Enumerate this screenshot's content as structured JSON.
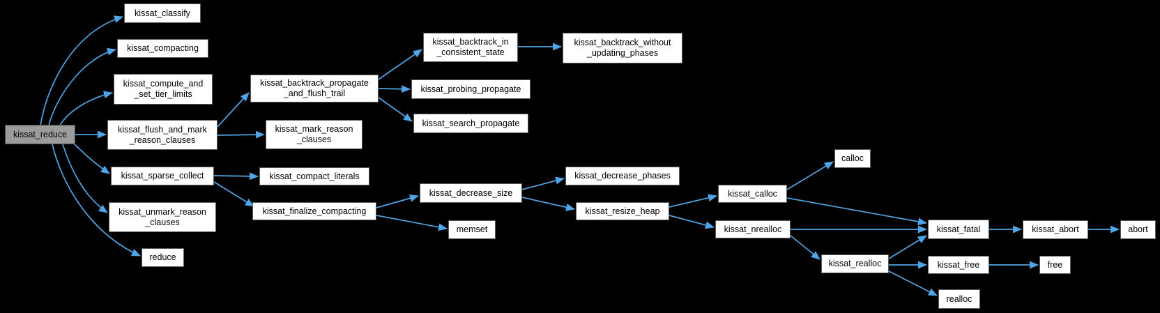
{
  "diagram": {
    "type": "call-graph",
    "root": "kissat_reduce",
    "colors": {
      "background": "#000000",
      "edge": "#4fa5e5",
      "node_fill": "#ffffff",
      "node_border": "#5e5e5e",
      "root_fill": "#9c9c9c",
      "root_border": "#454545",
      "text": "#000000"
    },
    "nodes": [
      {
        "id": "kissat_reduce",
        "label": "kissat_reduce"
      },
      {
        "id": "kissat_classify",
        "label": "kissat_classify"
      },
      {
        "id": "kissat_compacting",
        "label": "kissat_compacting"
      },
      {
        "id": "kissat_compute_and_set_tier_limits",
        "label": "kissat_compute_and\n_set_tier_limits"
      },
      {
        "id": "kissat_flush_and_mark_reason_clauses",
        "label": "kissat_flush_and_mark\n_reason_clauses"
      },
      {
        "id": "kissat_sparse_collect",
        "label": "kissat_sparse_collect"
      },
      {
        "id": "kissat_unmark_reason_clauses",
        "label": "kissat_unmark_reason\n_clauses"
      },
      {
        "id": "reduce",
        "label": "reduce"
      },
      {
        "id": "kissat_backtrack_propagate_and_flush_trail",
        "label": "kissat_backtrack_propagate\n_and_flush_trail"
      },
      {
        "id": "kissat_mark_reason_clauses",
        "label": "kissat_mark_reason\n_clauses"
      },
      {
        "id": "kissat_compact_literals",
        "label": "kissat_compact_literals"
      },
      {
        "id": "kissat_finalize_compacting",
        "label": "kissat_finalize_compacting"
      },
      {
        "id": "kissat_backtrack_in_consistent_state",
        "label": "kissat_backtrack_in\n_consistent_state"
      },
      {
        "id": "kissat_probing_propagate",
        "label": "kissat_probing_propagate"
      },
      {
        "id": "kissat_search_propagate",
        "label": "kissat_search_propagate"
      },
      {
        "id": "kissat_backtrack_without_updating_phases",
        "label": "kissat_backtrack_without\n_updating_phases"
      },
      {
        "id": "kissat_decrease_size",
        "label": "kissat_decrease_size"
      },
      {
        "id": "memset",
        "label": "memset"
      },
      {
        "id": "kissat_decrease_phases",
        "label": "kissat_decrease_phases"
      },
      {
        "id": "kissat_resize_heap",
        "label": "kissat_resize_heap"
      },
      {
        "id": "kissat_calloc",
        "label": "kissat_calloc"
      },
      {
        "id": "calloc",
        "label": "calloc"
      },
      {
        "id": "kissat_nrealloc",
        "label": "kissat_nrealloc"
      },
      {
        "id": "kissat_realloc",
        "label": "kissat_realloc"
      },
      {
        "id": "kissat_fatal",
        "label": "kissat_fatal"
      },
      {
        "id": "kissat_abort",
        "label": "kissat_abort"
      },
      {
        "id": "abort",
        "label": "abort"
      },
      {
        "id": "kissat_free",
        "label": "kissat_free"
      },
      {
        "id": "free",
        "label": "free"
      },
      {
        "id": "realloc",
        "label": "realloc"
      }
    ],
    "edges": [
      {
        "from": "kissat_reduce",
        "to": "kissat_classify"
      },
      {
        "from": "kissat_reduce",
        "to": "kissat_compacting"
      },
      {
        "from": "kissat_reduce",
        "to": "kissat_compute_and_set_tier_limits"
      },
      {
        "from": "kissat_reduce",
        "to": "kissat_flush_and_mark_reason_clauses"
      },
      {
        "from": "kissat_reduce",
        "to": "kissat_sparse_collect"
      },
      {
        "from": "kissat_reduce",
        "to": "kissat_unmark_reason_clauses"
      },
      {
        "from": "kissat_reduce",
        "to": "reduce"
      },
      {
        "from": "kissat_flush_and_mark_reason_clauses",
        "to": "kissat_backtrack_propagate_and_flush_trail"
      },
      {
        "from": "kissat_flush_and_mark_reason_clauses",
        "to": "kissat_mark_reason_clauses"
      },
      {
        "from": "kissat_backtrack_propagate_and_flush_trail",
        "to": "kissat_backtrack_in_consistent_state"
      },
      {
        "from": "kissat_backtrack_propagate_and_flush_trail",
        "to": "kissat_probing_propagate"
      },
      {
        "from": "kissat_backtrack_propagate_and_flush_trail",
        "to": "kissat_search_propagate"
      },
      {
        "from": "kissat_backtrack_in_consistent_state",
        "to": "kissat_backtrack_without_updating_phases"
      },
      {
        "from": "kissat_sparse_collect",
        "to": "kissat_compact_literals"
      },
      {
        "from": "kissat_sparse_collect",
        "to": "kissat_finalize_compacting"
      },
      {
        "from": "kissat_finalize_compacting",
        "to": "kissat_decrease_size"
      },
      {
        "from": "kissat_finalize_compacting",
        "to": "memset"
      },
      {
        "from": "kissat_decrease_size",
        "to": "kissat_decrease_phases"
      },
      {
        "from": "kissat_decrease_size",
        "to": "kissat_resize_heap"
      },
      {
        "from": "kissat_resize_heap",
        "to": "kissat_calloc"
      },
      {
        "from": "kissat_resize_heap",
        "to": "kissat_nrealloc"
      },
      {
        "from": "kissat_calloc",
        "to": "calloc"
      },
      {
        "from": "kissat_calloc",
        "to": "kissat_fatal"
      },
      {
        "from": "kissat_nrealloc",
        "to": "kissat_fatal"
      },
      {
        "from": "kissat_nrealloc",
        "to": "kissat_realloc"
      },
      {
        "from": "kissat_realloc",
        "to": "kissat_fatal"
      },
      {
        "from": "kissat_realloc",
        "to": "kissat_free"
      },
      {
        "from": "kissat_realloc",
        "to": "realloc"
      },
      {
        "from": "kissat_free",
        "to": "free"
      },
      {
        "from": "kissat_fatal",
        "to": "kissat_abort"
      },
      {
        "from": "kissat_abort",
        "to": "abort"
      }
    ]
  }
}
